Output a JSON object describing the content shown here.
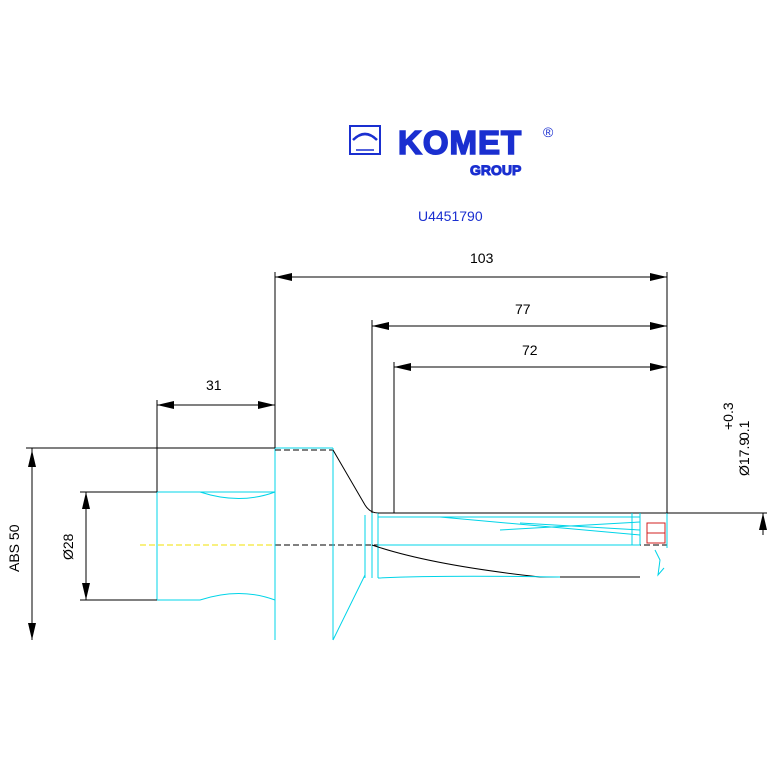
{
  "logo": {
    "brand": "KOMET",
    "sub": "GROUP",
    "registered": "®",
    "color": "#1a2fd0"
  },
  "part_number": "U4451790",
  "dimensions": {
    "d103": "103",
    "d77": "77",
    "d72": "72",
    "d31": "31",
    "abs": "ABS  50",
    "d28": "Ø28",
    "d179": "Ø17.9",
    "tol_upper": "+0.3",
    "tol_lower": "0.1"
  },
  "colors": {
    "outline": "#00d4e8",
    "centerline": "#f0e000",
    "detail": "#d02020"
  }
}
